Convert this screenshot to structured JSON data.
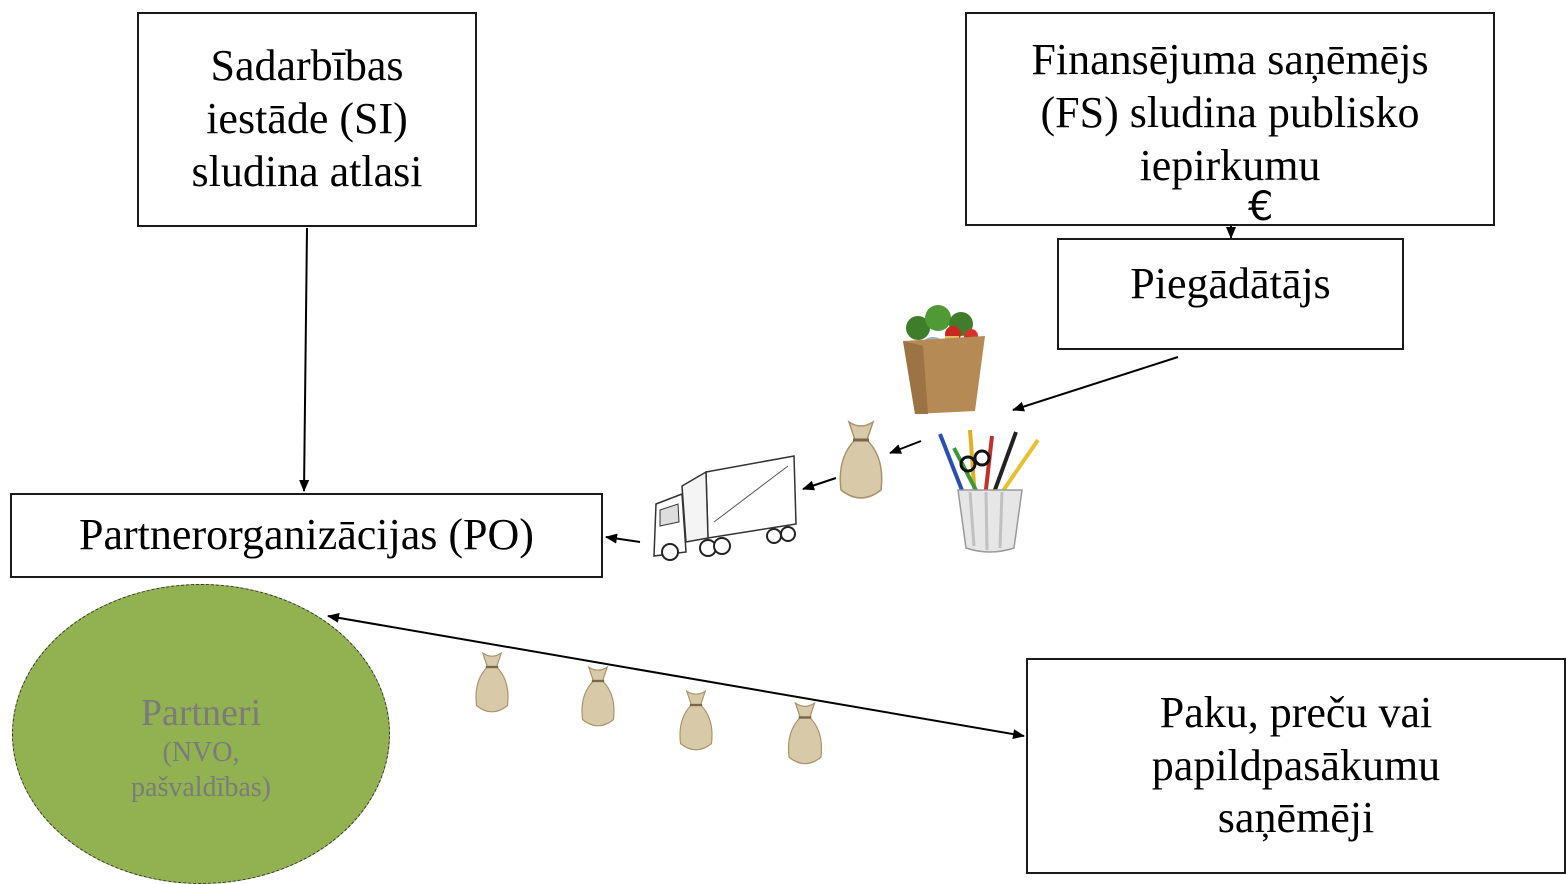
{
  "si_box": {
    "lines": [
      "Sadarbības",
      "iestāde (SI)",
      "sludina atlasi"
    ]
  },
  "fs_box": {
    "lines": [
      "Finansējuma saņēmējs",
      "(FS) sludina publisko",
      "iepirkumu"
    ]
  },
  "euro_symbol": "€",
  "supplier_box": {
    "label": "Piegādātājs"
  },
  "po_box": {
    "label": "Partnerorganizācijas (PO)"
  },
  "partners": {
    "title": "Partneri",
    "sub_lines": [
      "(NVO,",
      "pašvaldības)"
    ]
  },
  "recipients_box": {
    "lines": [
      "Paku, preču vai",
      "papildpasākumu",
      "saņēmēji"
    ]
  },
  "colors": {
    "partners_fill": "#92b150",
    "partners_text": "#7b7b7b",
    "bag": "#d8c9a8",
    "box_border": "#1a1a1a"
  },
  "icons": [
    "money-bag-icon",
    "food-bag-icon",
    "pencil-cup-icon",
    "truck-icon"
  ]
}
